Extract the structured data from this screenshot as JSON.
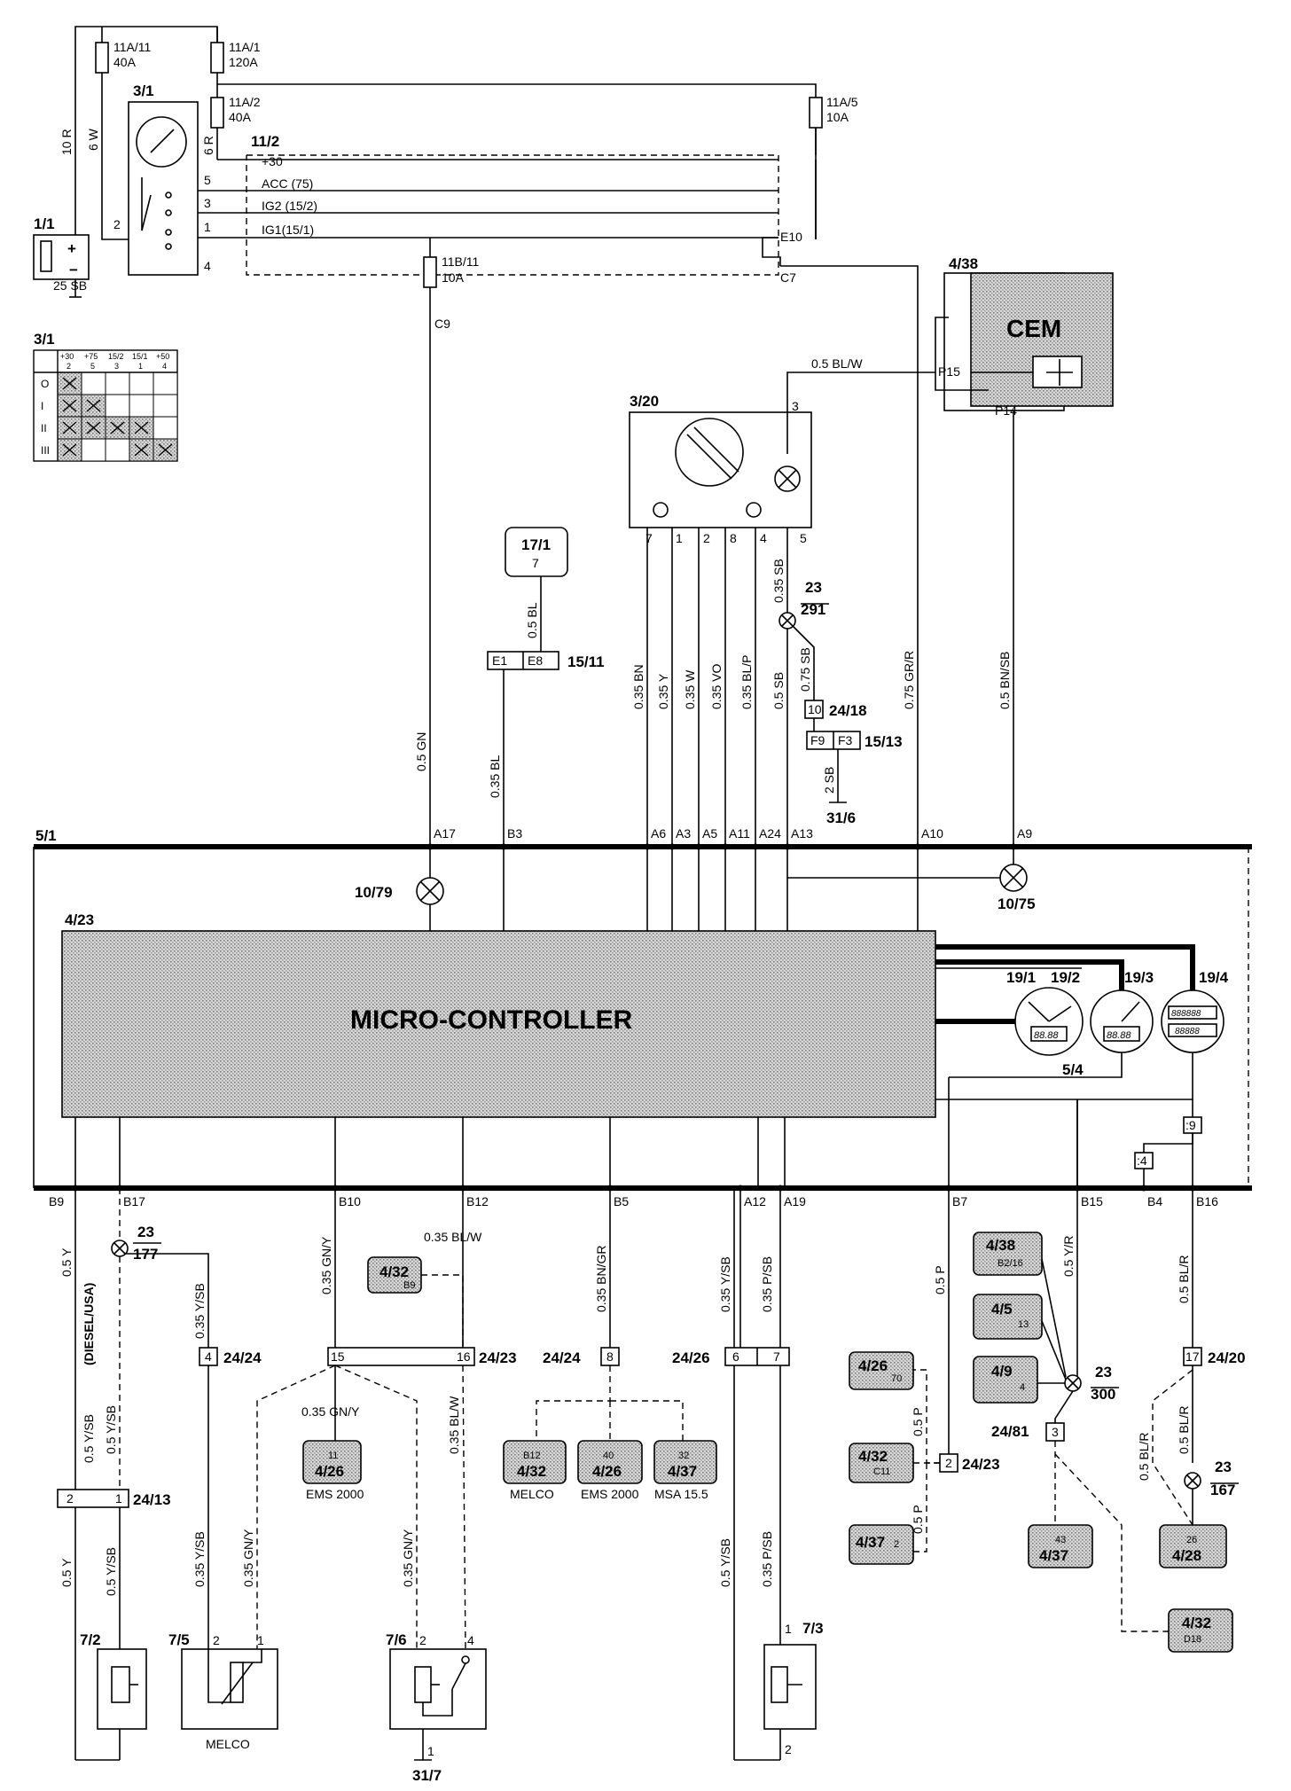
{
  "components": {
    "battery": {
      "ref": "1/1"
    },
    "ignition_switch": {
      "ref": "3/1",
      "table_ref": "3/1",
      "table_header": [
        "+30",
        "+75",
        "15/2",
        "15/1",
        "+50"
      ],
      "table_pins": [
        "2",
        "5",
        "3",
        "1",
        "4"
      ],
      "positions": [
        "O",
        "I",
        "II",
        "III"
      ]
    },
    "cem": {
      "ref": "4/38",
      "label": "CEM",
      "pins": [
        "P15",
        "P14"
      ]
    },
    "light_switch": {
      "ref": "3/20"
    },
    "ecm_17_1": {
      "ref": "17/1",
      "pin": "7"
    },
    "micro_controller": {
      "ref": "4/23",
      "label": "MICRO-CONTROLLER"
    },
    "instrument_panel": {
      "ref": "5/1"
    },
    "gauges": [
      {
        "ref": "19/1",
        "display": "88.88"
      },
      {
        "ref": "19/2",
        "display": "88.88"
      },
      {
        "ref": "19/3",
        "display": "888888"
      },
      {
        "ref": "19/4",
        "display": "88888"
      }
    ],
    "gauge_group_ref": "5/4",
    "lamp_left": {
      "ref": "10/79"
    },
    "lamp_right": {
      "ref": "10/75"
    },
    "sender_7_2": {
      "ref": "7/2"
    },
    "sender_7_5": {
      "ref": "7/5",
      "caption": "MELCO"
    },
    "sender_7_6": {
      "ref": "7/6"
    },
    "sender_7_3": {
      "ref": "7/3"
    }
  },
  "fuses": [
    {
      "id": "11A/11",
      "rating": "40A"
    },
    {
      "id": "11A/1",
      "rating": "120A"
    },
    {
      "id": "11A/2",
      "rating": "40A"
    },
    {
      "id": "11A/5",
      "rating": "10A"
    },
    {
      "id": "11B/11",
      "rating": "10A"
    }
  ],
  "fuse_box": {
    "ref": "11/2",
    "rails": [
      "+30",
      "ACC (75)",
      "IG2 (15/2)",
      "IG1(15/1)"
    ],
    "pins": [
      "E10",
      "C7",
      "C9"
    ]
  },
  "switch_pins": [
    "5",
    "3",
    "1",
    "2",
    "4"
  ],
  "top_wires": [
    "10 R",
    "6 W",
    "6 R",
    "25 SB"
  ],
  "connectors": {
    "c15_11": {
      "ref": "15/11",
      "pins": [
        "E1",
        "E8"
      ]
    },
    "c24_18": {
      "ref": "24/18",
      "pin": "10"
    },
    "c15_13": {
      "ref": "15/13",
      "pins": [
        "F9",
        "F3"
      ]
    },
    "ground_31_6": "31/6",
    "ground_31_7": "31/7",
    "splice_23_291": {
      "top": "23",
      "bottom": "291"
    },
    "splice_23_177": {
      "top": "23",
      "bottom": "177"
    },
    "splice_23_300": {
      "top": "23",
      "bottom": "300"
    },
    "splice_23_167": {
      "top": "23",
      "bottom": "167"
    }
  },
  "light_switch_pins": [
    "7",
    "1",
    "2",
    "8",
    "4",
    "5",
    "3"
  ],
  "upper_wire_labels": [
    "0.5 BL/W",
    "0.5 BL",
    "0.35 SB",
    "0.75 SB",
    "2 SB",
    "0.5 GN",
    "0.35 BL",
    "0.35 BN",
    "0.35 Y",
    "0.35 W",
    "0.35 VO",
    "0.35 BL/P",
    "0.5 SB",
    "0.75 GR/R",
    "0.5 BN/SB"
  ],
  "bus_top_pins": [
    "A17",
    "B3",
    "A6",
    "A3",
    "A5",
    "A11",
    "A24",
    "A13",
    "A10",
    "A9"
  ],
  "bus_bottom_pins": [
    "B9",
    "B17",
    "B10",
    "B12",
    "B5",
    "A12",
    "A19",
    "B7",
    "B15",
    "B4",
    "B16"
  ],
  "gauge_conn_pins": [
    ":4",
    ":9"
  ],
  "lower_wire_labels": [
    "0.5 Y",
    "(DIESEL/USA)",
    "0.5 Y/SB",
    "0.35 Y/SB",
    "0.35 GN/Y",
    "0.35 BL/W",
    "0.35 BN/GR",
    "0.35 Y/SB",
    "0.35 P/SB",
    "0.5 P",
    "0.5 Y/R",
    "0.5 BL/R"
  ],
  "lower_connectors": {
    "c24_24_a": {
      "ref": "24/24",
      "pin": "4"
    },
    "c24_23_a": {
      "ref": "24/23",
      "pins": [
        "15",
        "16"
      ]
    },
    "c24_24_b": {
      "ref": "24/24",
      "pin": "8"
    },
    "c24_26": {
      "ref": "24/26",
      "pins": [
        "6",
        "7"
      ]
    },
    "c24_20": {
      "ref": "24/20",
      "pin": "17"
    },
    "c24_13": {
      "ref": "24/13",
      "pins": [
        "2",
        "1"
      ]
    },
    "c24_23_b": {
      "ref": "24/23",
      "pin": "2"
    },
    "c24_81": {
      "ref": "24/81",
      "pin": "3"
    }
  },
  "modules": [
    {
      "ref": "4/32",
      "pin": "B9"
    },
    {
      "ref": "4/26",
      "pin": "11",
      "caption": "EMS 2000"
    },
    {
      "ref": "4/32",
      "pin": "B12",
      "caption": "MELCO"
    },
    {
      "ref": "4/26",
      "pin": "40",
      "caption": "EMS 2000"
    },
    {
      "ref": "4/37",
      "pin": "32",
      "caption": "MSA 15.5"
    },
    {
      "ref": "4/38",
      "pin": "B2/16"
    },
    {
      "ref": "4/5",
      "pin": "13"
    },
    {
      "ref": "4/9",
      "pin": "4"
    },
    {
      "ref": "4/26",
      "pin": "70"
    },
    {
      "ref": "4/32",
      "pin": "C11"
    },
    {
      "ref": "4/37",
      "pin": "2"
    },
    {
      "ref": "4/37",
      "pin": "43"
    },
    {
      "ref": "4/28",
      "pin": "26"
    },
    {
      "ref": "4/32",
      "pin": "D18"
    }
  ],
  "sender_pins": {
    "s7_5": [
      "2",
      "1"
    ],
    "s7_6": [
      "2",
      "4",
      "1"
    ],
    "s7_3": [
      "1",
      "2"
    ]
  }
}
